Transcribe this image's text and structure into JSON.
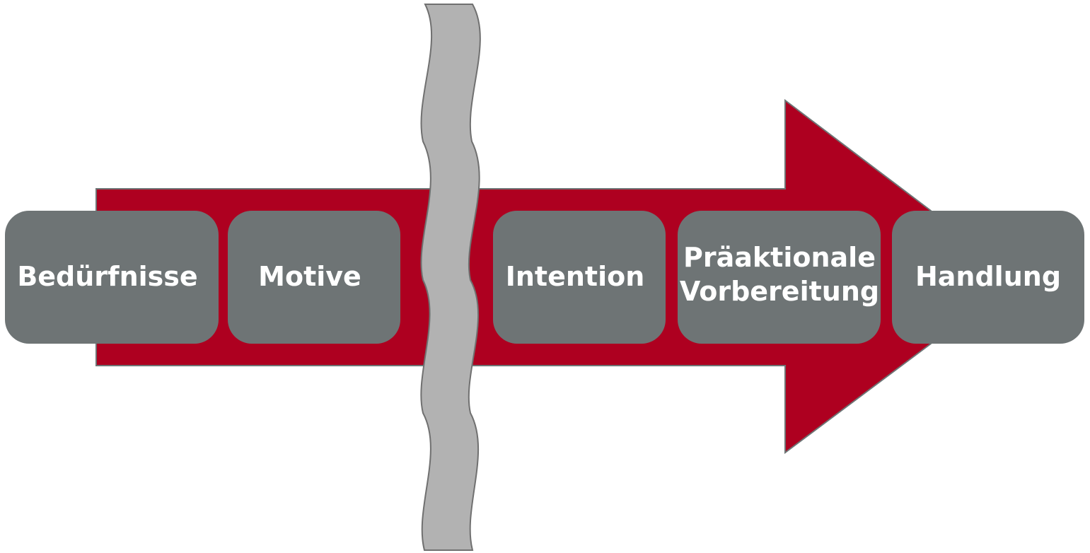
{
  "diagram": {
    "colors": {
      "arrow_fill": "#AE0020",
      "arrow_stroke": "#6E7475",
      "box_fill": "#6E7475",
      "box_text": "#FFFFFF",
      "divider_fill": "#B2B2B2",
      "divider_stroke": "#707070",
      "background": "#FFFFFF"
    },
    "steps": [
      {
        "label": "Bedürfnisse"
      },
      {
        "label": "Motive"
      },
      {
        "label": "Intention"
      },
      {
        "label": "Präaktionale",
        "label_line2": "Vorbereitung"
      },
      {
        "label": "Handlung"
      }
    ]
  }
}
